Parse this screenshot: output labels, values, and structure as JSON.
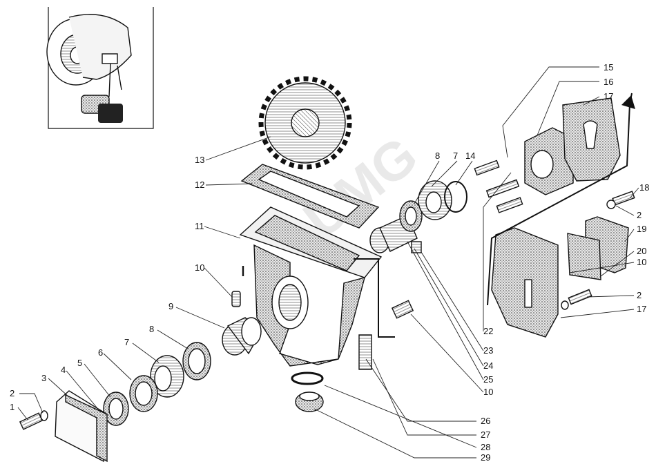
{
  "watermark": "UMG",
  "callouts": [
    {
      "id": "c1",
      "text": "1"
    },
    {
      "id": "c2a",
      "text": "2"
    },
    {
      "id": "c3",
      "text": "3"
    },
    {
      "id": "c4",
      "text": "4"
    },
    {
      "id": "c5",
      "text": "5"
    },
    {
      "id": "c6",
      "text": "6"
    },
    {
      "id": "c7a",
      "text": "7"
    },
    {
      "id": "c8a",
      "text": "8"
    },
    {
      "id": "c9",
      "text": "9"
    },
    {
      "id": "c10a",
      "text": "10"
    },
    {
      "id": "c11",
      "text": "11"
    },
    {
      "id": "c12",
      "text": "12"
    },
    {
      "id": "c13",
      "text": "13"
    },
    {
      "id": "c8b",
      "text": "8"
    },
    {
      "id": "c7b",
      "text": "7"
    },
    {
      "id": "c14",
      "text": "14"
    },
    {
      "id": "c15",
      "text": "15"
    },
    {
      "id": "c16",
      "text": "16"
    },
    {
      "id": "c17a",
      "text": "17"
    },
    {
      "id": "c18",
      "text": "18"
    },
    {
      "id": "c2b",
      "text": "2"
    },
    {
      "id": "c19",
      "text": "19"
    },
    {
      "id": "c20",
      "text": "20"
    },
    {
      "id": "c10b",
      "text": "10"
    },
    {
      "id": "c2c",
      "text": "2"
    },
    {
      "id": "c17b",
      "text": "17"
    },
    {
      "id": "c22",
      "text": "22"
    },
    {
      "id": "c23",
      "text": "23"
    },
    {
      "id": "c24",
      "text": "24"
    },
    {
      "id": "c25",
      "text": "25"
    },
    {
      "id": "c10c",
      "text": "10"
    },
    {
      "id": "c26",
      "text": "26"
    },
    {
      "id": "c27",
      "text": "27"
    },
    {
      "id": "c28",
      "text": "28"
    },
    {
      "id": "c29",
      "text": "29"
    }
  ]
}
